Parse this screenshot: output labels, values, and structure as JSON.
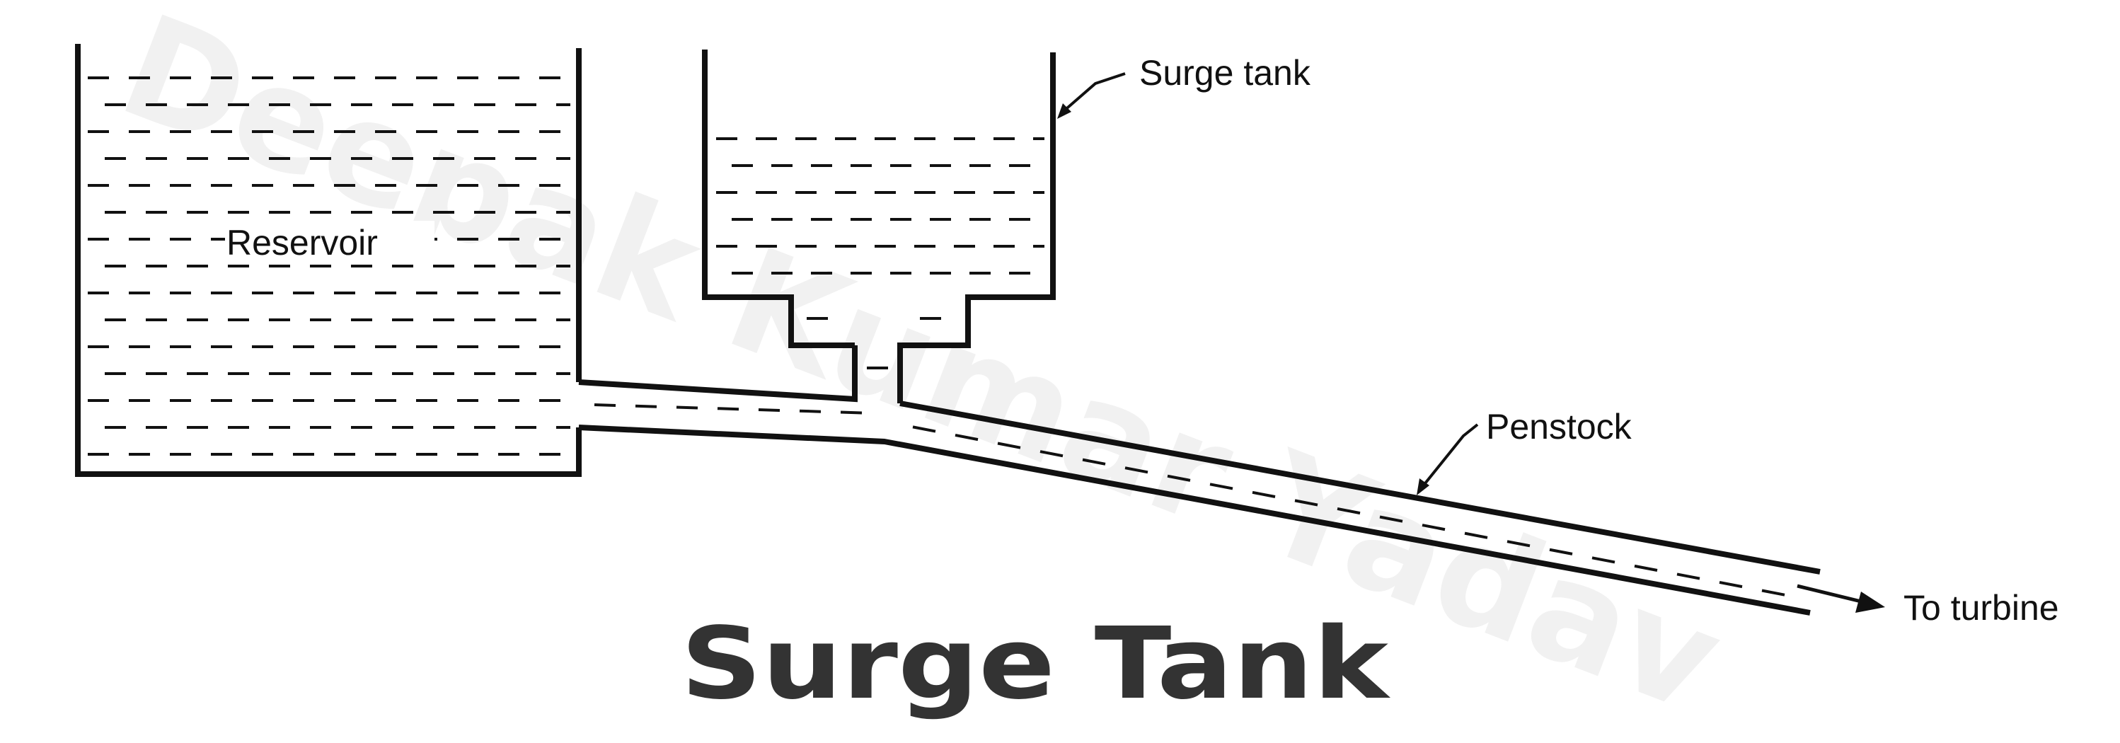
{
  "diagram": {
    "labels": {
      "reservoir": "Reservoir",
      "surge_tank": "Surge tank",
      "penstock": "Penstock",
      "to_turbine": "To turbine"
    },
    "title": "Surge Tank",
    "watermark": "Deepak Kumar Yadav"
  },
  "colors": {
    "background": "#ffffff",
    "line": "#111111",
    "title": "#333333",
    "watermark": "#f1f1f1"
  }
}
